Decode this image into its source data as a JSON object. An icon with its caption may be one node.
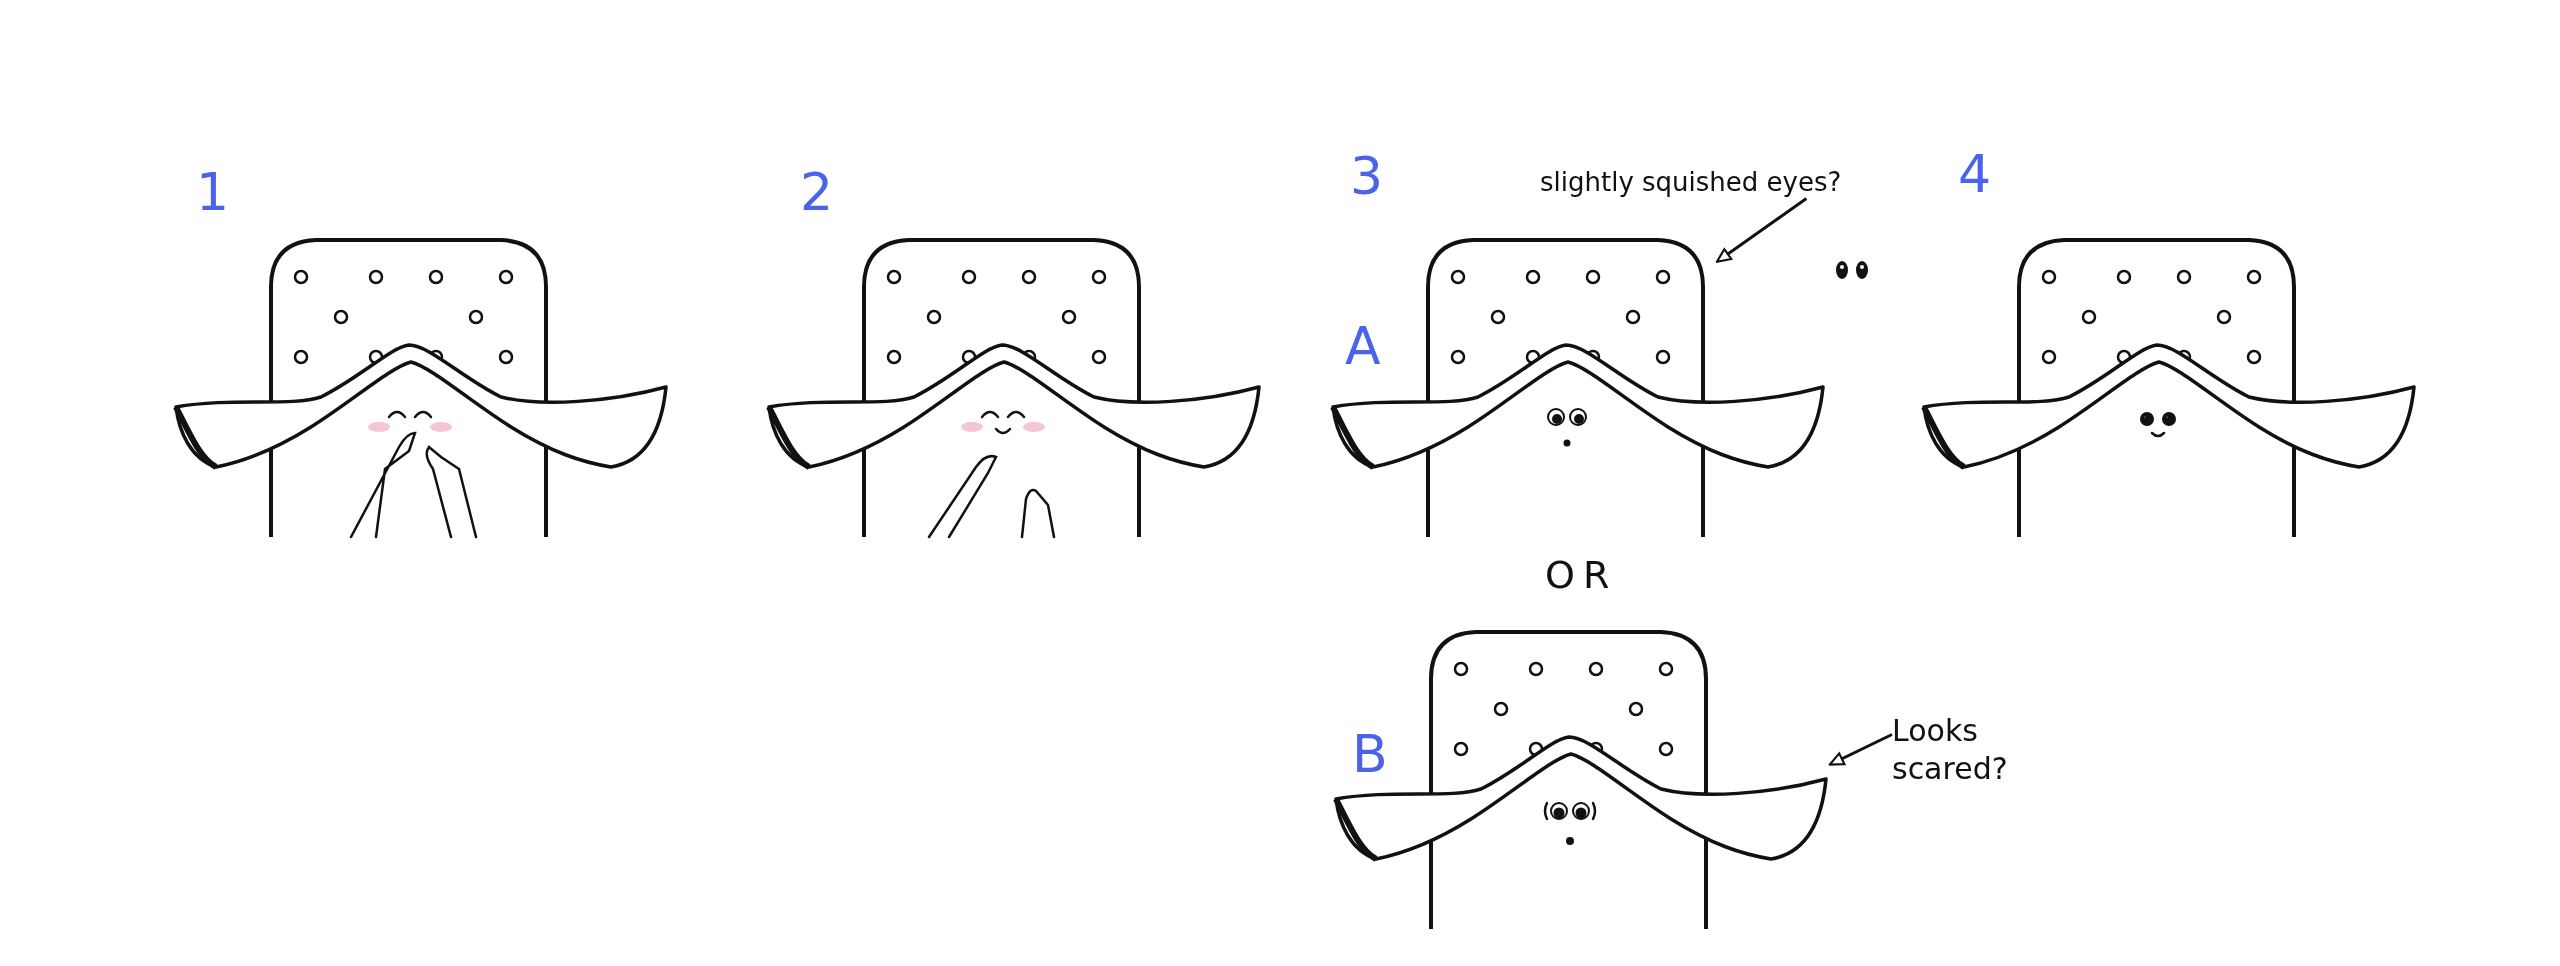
{
  "diagram": {
    "nodes": [
      {
        "text": [
          "slightly squished eyes?"
        ]
      },
      {
        "text": [],
        "shape": "picture"
      },
      {
        "text": [
          "Looks scared?"
        ]
      },
      {
        "text": [],
        "shape": "picture"
      }
    ],
    "edges": [
      {
        "from": 0,
        "to": 1,
        "arrow": "to"
      },
      {
        "from": 2,
        "to": 3,
        "arrow": "to"
      }
    ],
    "labels": [
      "1",
      "2",
      "3",
      "A",
      "4",
      "OR",
      "B"
    ]
  }
}
